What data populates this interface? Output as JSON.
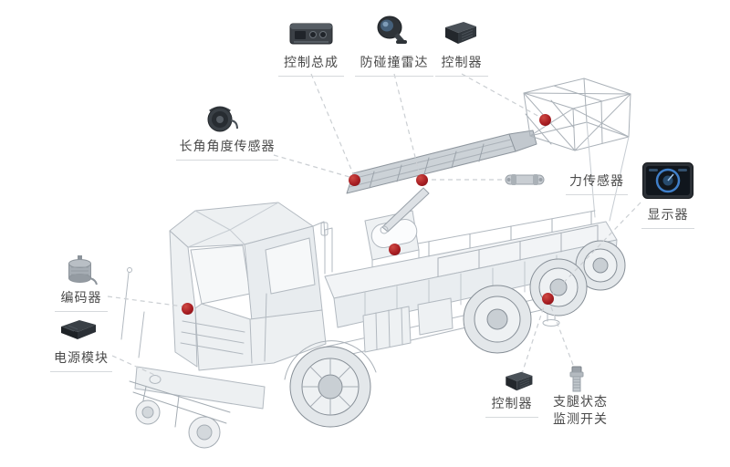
{
  "diagram": {
    "background_color": "#ffffff",
    "marker_color": "#a81e23",
    "leader_line_color": "#cbcfd3",
    "label_text_color": "#4a4a4a",
    "wireframe_color": "#b2b9c0",
    "callouts": [
      {
        "id": "control-assembly",
        "label": "控制总成"
      },
      {
        "id": "anti-collision-radar",
        "label": "防碰撞雷达"
      },
      {
        "id": "controller-top",
        "label": "控制器"
      },
      {
        "id": "boom-angle-sensor",
        "label": "长角角度传感器"
      },
      {
        "id": "force-sensor",
        "label": "力传感器"
      },
      {
        "id": "display",
        "label": "显示器"
      },
      {
        "id": "encoder",
        "label": "编码器"
      },
      {
        "id": "power-module",
        "label": "电源模块"
      },
      {
        "id": "controller-bottom",
        "label": "控制器"
      },
      {
        "id": "outrigger-status-switch",
        "label_line1": "支腿状态",
        "label_line2": "监测开关"
      }
    ],
    "markers": [
      {
        "id": "boom-base"
      },
      {
        "id": "boom-mid"
      },
      {
        "id": "basket"
      },
      {
        "id": "turret"
      },
      {
        "id": "cab"
      },
      {
        "id": "rear-frame"
      }
    ]
  }
}
